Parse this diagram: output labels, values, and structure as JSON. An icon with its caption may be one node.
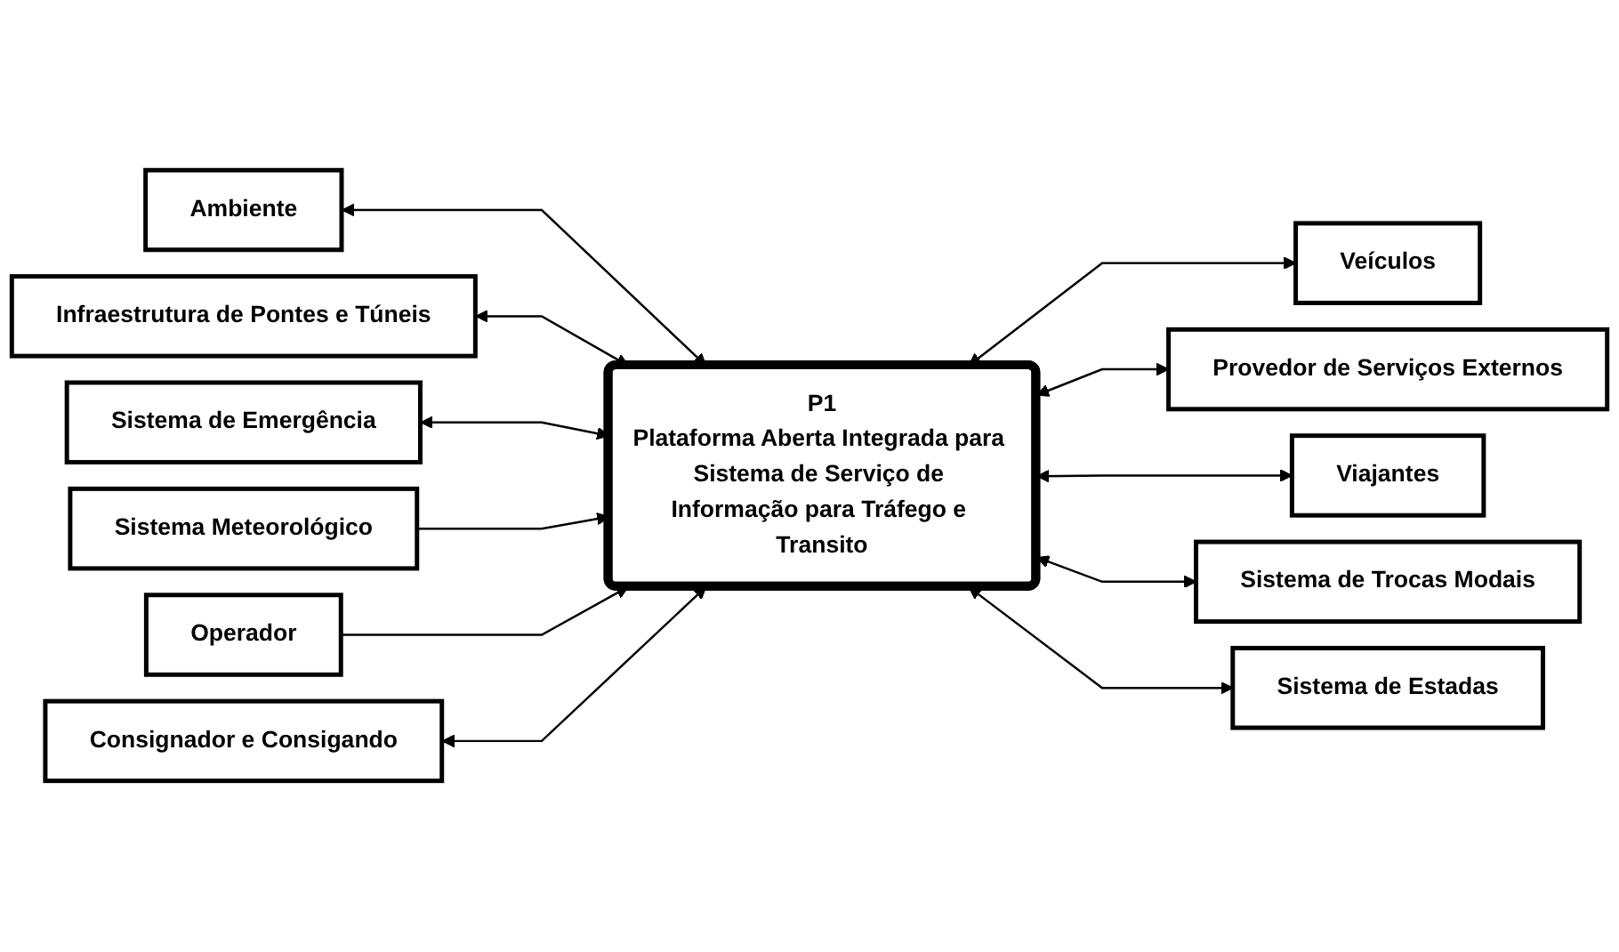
{
  "diagram": {
    "nodes": [
      {
        "text": [
          "P1",
          "Plataforma Aberta Integrada para Sistema de Serviço de Informação para Tráfego e Transito"
        ]
      },
      {
        "text": [
          "Veículos"
        ]
      },
      {
        "text": [
          "Ambiente"
        ]
      },
      {
        "text": [
          "Provedor de Serviços Externos"
        ]
      },
      {
        "text": [
          "Infraestrutura de Pontes e Túneis"
        ]
      },
      {
        "text": [
          "Viajantes"
        ]
      },
      {
        "text": [
          "Sistema de Emergência"
        ]
      },
      {
        "text": [
          "Sistema Meteorológico"
        ]
      },
      {
        "text": [
          "Operador"
        ]
      },
      {
        "text": [
          "Sistema de Trocas Modais"
        ]
      },
      {
        "text": [
          "Consignador e Consigando"
        ]
      },
      {
        "text": [
          "Sistema de Estadas"
        ]
      }
    ],
    "edges": [
      {
        "from": 2,
        "to": 0,
        "arrow": "both"
      },
      {
        "from": 0,
        "to": 1,
        "arrow": "both"
      },
      {
        "from": 0,
        "to": 3,
        "arrow": "both"
      },
      {
        "from": 4,
        "to": 0,
        "arrow": "both"
      },
      {
        "from": 0,
        "to": 5,
        "arrow": "both"
      },
      {
        "from": 6,
        "to": 0,
        "arrow": "both"
      },
      {
        "from": 7,
        "to": 0,
        "arrow": "to"
      },
      {
        "from": 8,
        "to": 0,
        "arrow": "to"
      },
      {
        "from": 0,
        "to": 9,
        "arrow": "both"
      },
      {
        "from": 10,
        "to": 0,
        "arrow": "both"
      },
      {
        "from": 0,
        "to": 11,
        "arrow": "both"
      }
    ]
  }
}
